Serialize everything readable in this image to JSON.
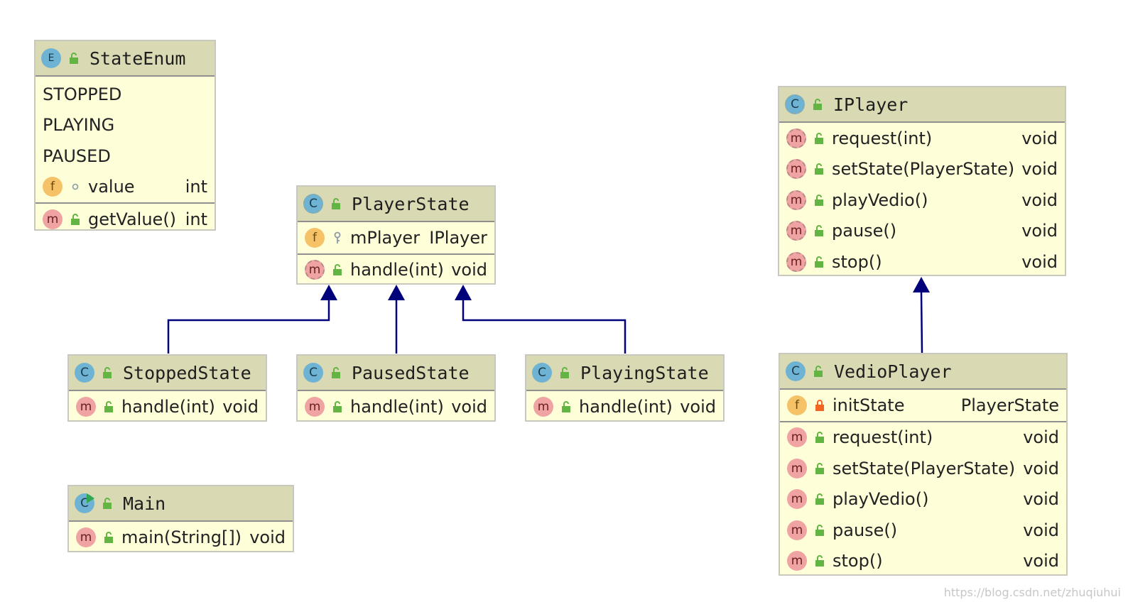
{
  "classes": {
    "stateenum": {
      "title": "StateEnum",
      "kind_letter": "E",
      "constants": [
        "STOPPED",
        "PLAYING",
        "PAUSED"
      ],
      "field": {
        "name": "value",
        "type": "int",
        "badge": "f"
      },
      "method": {
        "name": "getValue()",
        "type": "int",
        "badge": "m"
      }
    },
    "playerstate": {
      "title": "PlayerState",
      "kind_letter": "C",
      "field": {
        "name": "mPlayer",
        "type": "IPlayer",
        "badge": "f"
      },
      "method": {
        "name": "handle(int)",
        "type": "void",
        "badge": "m"
      }
    },
    "iplayer": {
      "title": "IPlayer",
      "kind_letter": "C",
      "methods": [
        {
          "name": "request(int)",
          "type": "void",
          "badge": "m"
        },
        {
          "name": "setState(PlayerState)",
          "type": "void",
          "badge": "m"
        },
        {
          "name": "playVedio()",
          "type": "void",
          "badge": "m"
        },
        {
          "name": "pause()",
          "type": "void",
          "badge": "m"
        },
        {
          "name": "stop()",
          "type": "void",
          "badge": "m"
        }
      ]
    },
    "stoppedstate": {
      "title": "StoppedState",
      "kind_letter": "C",
      "method": {
        "name": "handle(int)",
        "type": "void",
        "badge": "m"
      }
    },
    "pausedstate": {
      "title": "PausedState",
      "kind_letter": "C",
      "method": {
        "name": "handle(int)",
        "type": "void",
        "badge": "m"
      }
    },
    "playingstate": {
      "title": "PlayingState",
      "kind_letter": "C",
      "method": {
        "name": "handle(int)",
        "type": "void",
        "badge": "m"
      }
    },
    "vedioplayer": {
      "title": "VedioPlayer",
      "kind_letter": "C",
      "field": {
        "name": "initState",
        "type": "PlayerState",
        "badge": "f"
      },
      "methods": [
        {
          "name": "request(int)",
          "type": "void",
          "badge": "m"
        },
        {
          "name": "setState(PlayerState)",
          "type": "void",
          "badge": "m"
        },
        {
          "name": "playVedio()",
          "type": "void",
          "badge": "m"
        },
        {
          "name": "pause()",
          "type": "void",
          "badge": "m"
        },
        {
          "name": "stop()",
          "type": "void",
          "badge": "m"
        }
      ]
    },
    "main": {
      "title": "Main",
      "kind_letter": "C",
      "method": {
        "name": "main(String[])",
        "type": "void",
        "badge": "m"
      }
    }
  },
  "watermark": "https://blog.csdn.net/zhuqiuhui",
  "colors": {
    "arrow": "#00007a",
    "header": "#d9d9b3",
    "body": "#fefed9"
  }
}
